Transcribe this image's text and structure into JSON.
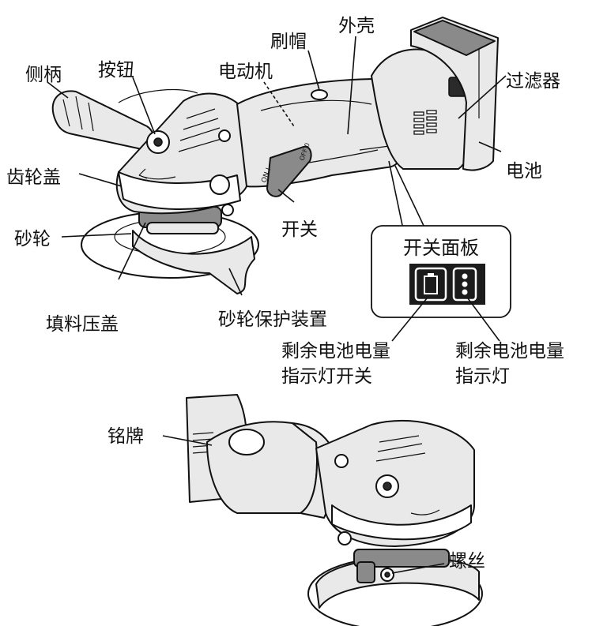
{
  "labels": {
    "side_handle": "侧柄",
    "button": "按钮",
    "brush_cap": "刷帽",
    "motor": "电动机",
    "housing": "外壳",
    "filter": "过滤器",
    "gear_cover": "齿轮盖",
    "battery": "电池",
    "grinding_wheel": "砂轮",
    "switch": "开关",
    "switch_panel": "开关面板",
    "packing_gland": "填料压盖",
    "wheel_guard": "砂轮保护装置",
    "battery_indicator_switch_line1": "剩余电池电量",
    "battery_indicator_switch_line2": "指示灯开关",
    "battery_indicator_line1": "剩余电池电量",
    "battery_indicator_line2": "指示灯",
    "nameplate": "铭牌",
    "screw": "螺丝"
  },
  "tool_markings": {
    "off": "OFF 0",
    "on": "ON I"
  },
  "icons": {
    "battery_switch": "battery-icon",
    "indicator_leds": "led-indicator-icon",
    "rotation_arrow": "rotation-arrow-icon"
  }
}
